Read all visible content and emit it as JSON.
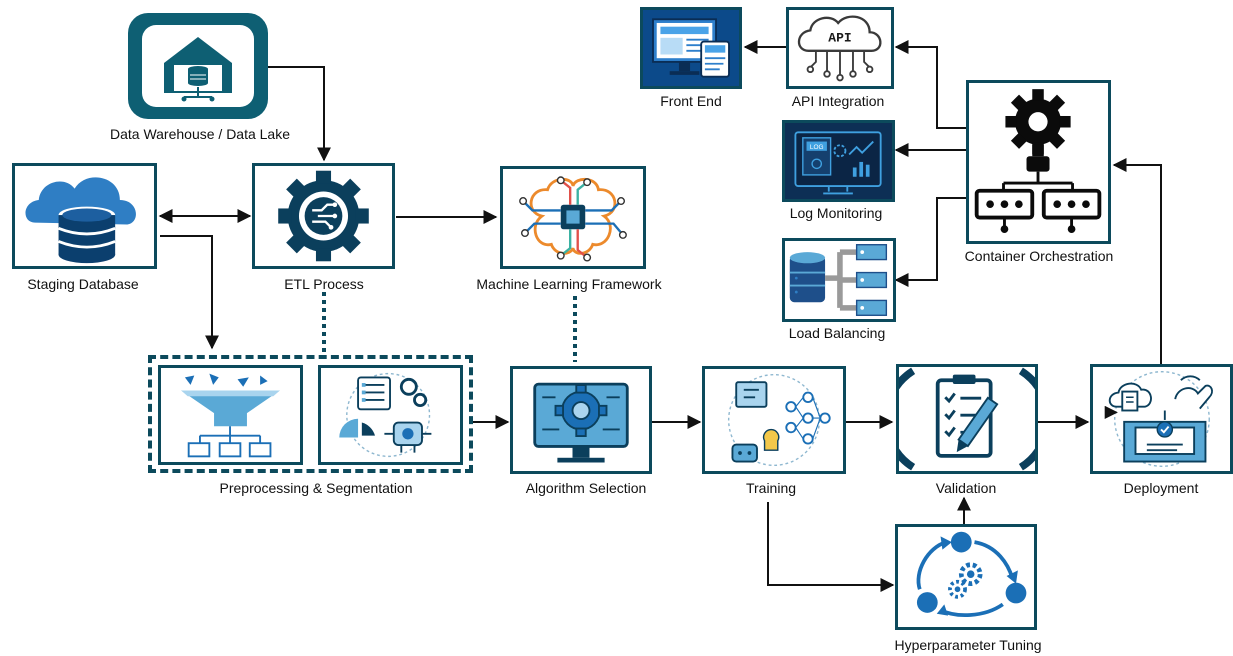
{
  "nodes": {
    "data_warehouse": "Data Warehouse / Data Lake",
    "staging_db": "Staging Database",
    "etl": "ETL Process",
    "ml_framework": "Machine Learning Framework",
    "preprocessing": "Preprocessing & Segmentation",
    "algorithm": "Algorithm Selection",
    "training": "Training",
    "validation": "Validation",
    "deployment": "Deployment",
    "hyperparameter": "Hyperparameter Tuning",
    "container": "Container Orchestration",
    "load_balancing": "Load Balancing",
    "log_monitoring": "Log Monitoring",
    "api_integration": "API Integration",
    "front_end": "Front End"
  },
  "icon_text": {
    "api": "API",
    "log": "LOG"
  },
  "colors": {
    "frame": "#0c4a5c",
    "dark_fill": "#0e5f73",
    "accent_blue": "#1b6fb6",
    "light_blue": "#5aa9d6",
    "cloud_blue": "#1e6bb0"
  }
}
